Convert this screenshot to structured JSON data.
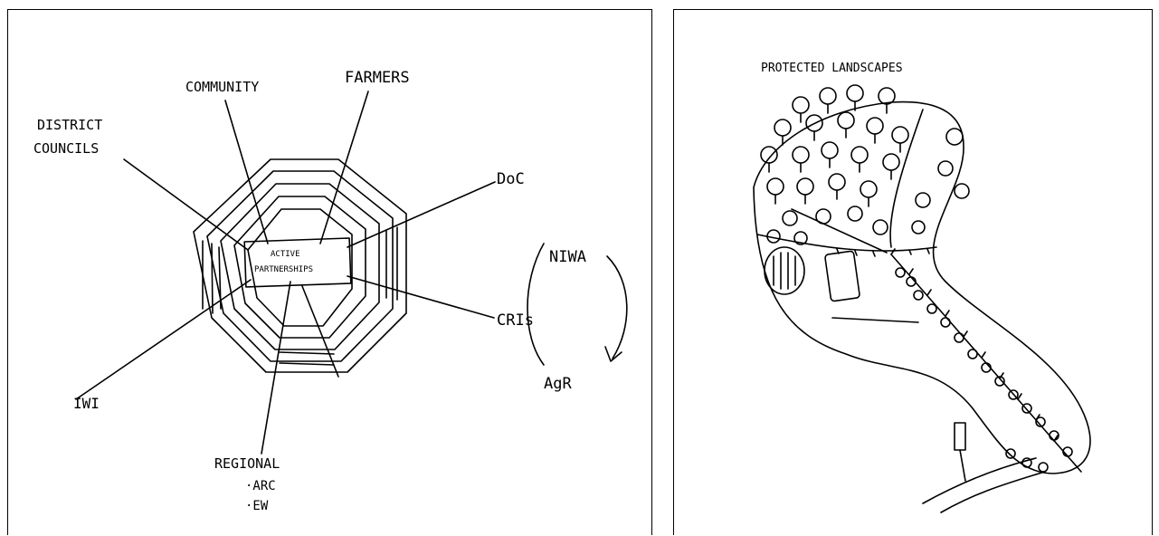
{
  "left_diagram": {
    "center": "ACTIVE PARTNERSHIPS",
    "center_lines": [
      "ACTIVE",
      "PARTNERSHIPS"
    ],
    "spokes": {
      "community": "COMMUNITY",
      "farmers": "FARMERS",
      "district_councils": [
        "DISTRICT",
        "COUNCILS"
      ],
      "doc": "DoC",
      "cris": "CRIs",
      "iwi": "IWI",
      "regional": [
        "REGIONAL",
        "·ARC",
        "·EW"
      ]
    },
    "cycle": {
      "top": "NIWA",
      "bottom": "AgR"
    }
  },
  "right_diagram": {
    "title": "PROTECTED LANDSCAPES"
  }
}
